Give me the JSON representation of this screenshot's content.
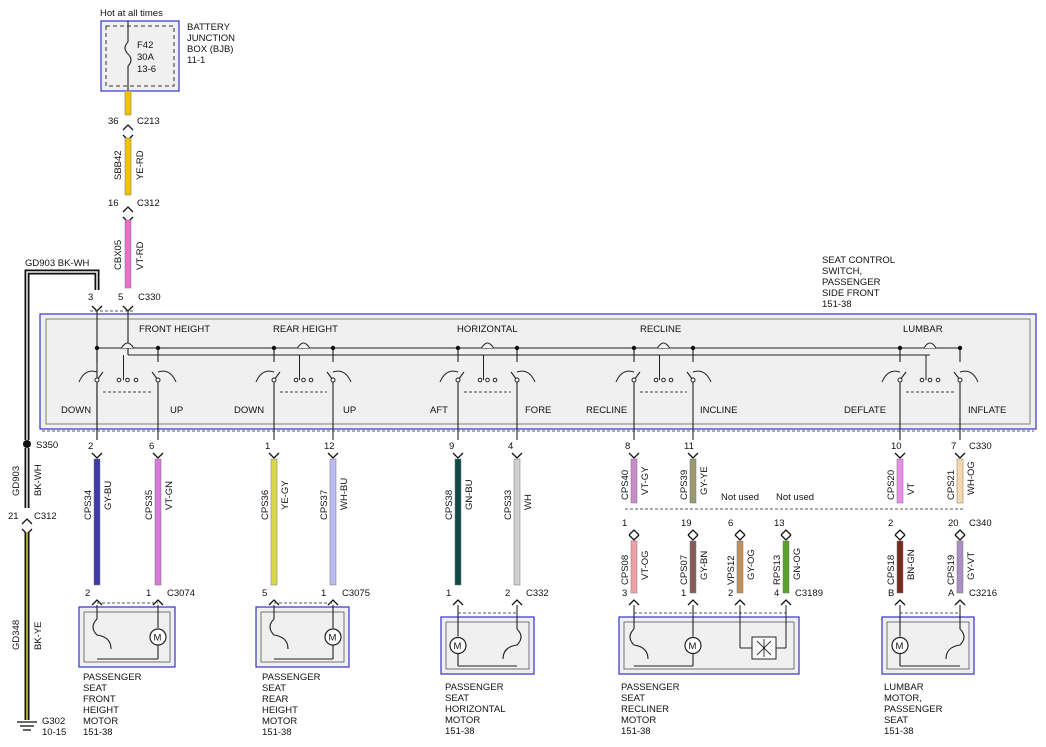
{
  "power": {
    "hot_label": "Hot at all times",
    "fuse_name": "F42",
    "fuse_rating": "30A",
    "fuse_ref": "13-6",
    "bjb_lines": [
      "BATTERY",
      "JUNCTION",
      "BOX (BJB)",
      "11-1"
    ]
  },
  "feed": {
    "pin_c213": "36",
    "conn_c213": "C213",
    "wire1_code": "SBB42",
    "wire1_color": "YE-RD",
    "pin_c312": "16",
    "conn_c312": "C312",
    "wire2_code": "CBX05",
    "wire2_color": "VT-RD"
  },
  "ground": {
    "top_label": "GD903  BK-WH",
    "splice": "S350",
    "wire_code": "GD903",
    "wire_color": "BK-WH",
    "pin_c312": "21",
    "conn_c312": "C312",
    "wire2_code": "GD348",
    "wire2_color": "BK-YE",
    "ground_point": "G302",
    "ground_ref": "10-15"
  },
  "switch": {
    "title_lines": [
      "SEAT CONTROL",
      "SWITCH,",
      "PASSENGER",
      "SIDE FRONT",
      "151-38"
    ],
    "pin_left": "3",
    "pin_right": "5",
    "connector": "C330",
    "groups": [
      "FRONT HEIGHT",
      "REAR HEIGHT",
      "HORIZONTAL",
      "RECLINE",
      "LUMBAR"
    ],
    "directions": [
      "DOWN",
      "UP",
      "DOWN",
      "UP",
      "AFT",
      "FORE",
      "RECLINE",
      "INCLINE",
      "DEFLATE",
      "INFLATE"
    ]
  },
  "wires": [
    {
      "pin_top": "2",
      "code": "CPS34",
      "color": "GY-BU",
      "pin_bottom": "2"
    },
    {
      "pin_top": "6",
      "code": "CPS35",
      "color": "VT-GN",
      "pin_bottom": "1",
      "conn": "C3074"
    },
    {
      "pin_top": "1",
      "code": "CPS36",
      "color": "YE-GY",
      "pin_bottom": "5"
    },
    {
      "pin_top": "12",
      "code": "CPS37",
      "color": "WH-BU",
      "pin_bottom": "1",
      "conn": "C3075"
    },
    {
      "pin_top": "9",
      "code": "CPS38",
      "color": "GN-BU",
      "pin_bottom": "1"
    },
    {
      "pin_top": "4",
      "code": "CPS33",
      "color": "WH",
      "pin_bottom": "2",
      "conn": "C332"
    },
    {
      "pin_top": "8",
      "code": "CPS40",
      "color": "VT-GY",
      "pin_mid": "1",
      "code2": "CPS08",
      "color2": "VT-OG",
      "pin_bottom": "3"
    },
    {
      "pin_top": "11",
      "code": "CPS39",
      "color": "GY-YE",
      "pin_mid": "19",
      "code2": "CPS07",
      "color2": "GY-BN",
      "pin_bottom": "1"
    },
    {
      "pin_mid": "6",
      "code2": "VPS12",
      "color2": "GY-OG",
      "pin_bottom": "2",
      "note": "Not used"
    },
    {
      "pin_mid": "13",
      "code2": "RPS13",
      "color2": "GN-OG",
      "pin_bottom": "4",
      "conn": "C3189",
      "note": "Not used"
    },
    {
      "pin_top": "10",
      "code": "CPS20",
      "color": "VT",
      "pin_mid": "2",
      "code2": "CPS18",
      "color2": "BN-GN",
      "pin_bottom": "B"
    },
    {
      "pin_top": "7",
      "code": "CPS21",
      "color": "WH-OG",
      "conn_top": "C330",
      "pin_mid": "20",
      "conn_mid": "C340",
      "code2": "CPS19",
      "color2": "GY-VT",
      "pin_bottom": "A",
      "conn": "C3216"
    }
  ],
  "motors": [
    [
      "PASSENGER",
      "SEAT",
      "FRONT",
      "HEIGHT",
      "MOTOR",
      "151-38"
    ],
    [
      "PASSENGER",
      "SEAT",
      "REAR",
      "HEIGHT",
      "MOTOR",
      "151-38"
    ],
    [
      "PASSENGER",
      "SEAT",
      "HORIZONTAL",
      "MOTOR",
      "151-38"
    ],
    [
      "PASSENGER",
      "SEAT",
      "RECLINER",
      "MOTOR",
      "151-38"
    ],
    [
      "LUMBAR",
      "MOTOR,",
      "PASSENGER",
      "SEAT",
      "151-38"
    ]
  ],
  "motor_symbol": "M",
  "colors": {
    "GY-BU": "#3c3ca8",
    "VT-GN": "#d77ad8",
    "YE-GY": "#d8d84a",
    "WH-BU": "#b9bdf2",
    "GN-BU": "#0e4a4a",
    "WH": "#cfcfcf",
    "VT-GY": "#c98bc9",
    "GY-YE": "#9a9a6e",
    "VT-OG": "#f0a0a8",
    "GY-BN": "#8a5a5a",
    "GY-OG": "#c09060",
    "GN-OG": "#5aa02a",
    "VT": "#e88ee8",
    "WH-OG": "#f4d8a8",
    "BN-GN": "#7a2a1a",
    "GY-VT": "#a890c0",
    "YE-RD": "#f2c200",
    "VT-RD": "#e870c8",
    "BK-YE": "#1a1a00",
    "box_border": "#3333cc",
    "box_fill": "#f0f0f0"
  }
}
